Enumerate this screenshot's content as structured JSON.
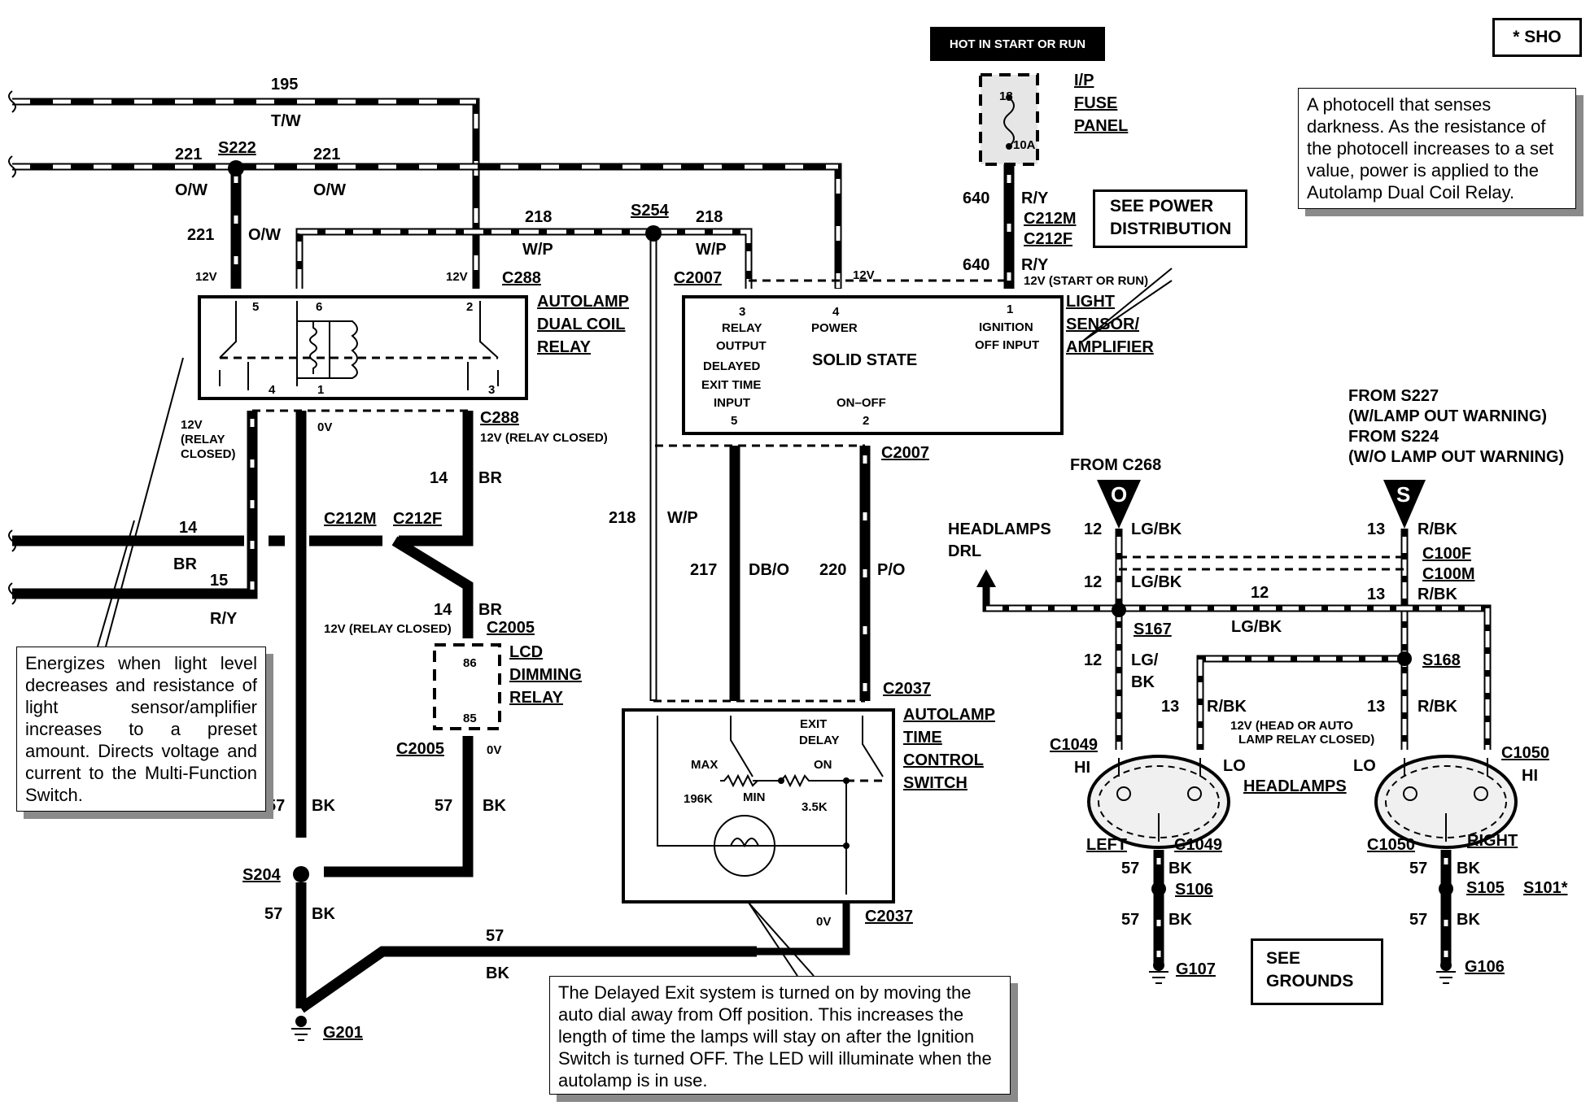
{
  "sho_label": "* SHO",
  "hot_label": "HOT IN START OR RUN",
  "see_power": [
    "SEE POWER",
    "DISTRIBUTION"
  ],
  "see_grounds": [
    "SEE",
    "GROUNDS"
  ],
  "notes": {
    "photocell": "A photocell that senses darkness. As the resistance of the photocell increases to a set value, power is applied to the Autolamp Dual Coil Relay.",
    "energizes": "Energizes when light level decreases and resistance of light sensor/amplifier increases to a preset amount. Directs voltage and current to the Multi-Function Switch.",
    "delayed_exit": "The Delayed Exit system is turned on by moving the auto dial away from Off position. This increases the length of time the lamps will stay on after the Ignition Switch is turned OFF. The LED will illuminate when the autolamp is in use."
  },
  "components": {
    "relay": [
      "AUTOLAMP",
      "DUAL COIL",
      "RELAY"
    ],
    "sensor": [
      "LIGHT",
      "SENSOR/",
      "AMPLIFIER"
    ],
    "fuse_panel": [
      "I/P",
      "FUSE",
      "PANEL"
    ],
    "lcd": [
      "LCD",
      "DIMMING",
      "RELAY"
    ],
    "time_switch": [
      "AUTOLAMP",
      "TIME",
      "CONTROL",
      "SWITCH"
    ],
    "headlamps": "HEADLAMPS",
    "solid_state": "SOLID STATE",
    "headlamps_drl": [
      "HEADLAMPS",
      "DRL"
    ]
  },
  "fuse": {
    "number": "18",
    "rating": "10A"
  },
  "sensor_pins": {
    "p3": [
      "3",
      "RELAY",
      "OUTPUT"
    ],
    "p4": [
      "4",
      "POWER"
    ],
    "p1": [
      "1",
      "IGNITION",
      "OFF INPUT"
    ],
    "p5": [
      "DELAYED",
      "EXIT TIME",
      "INPUT",
      "5"
    ],
    "p2": [
      "ON–OFF",
      "2"
    ]
  },
  "relay_pins": {
    "p5": "5",
    "p6": "6",
    "p2": "2",
    "p4": "4",
    "p1": "1",
    "p3": "3"
  },
  "lcd_pins": {
    "p86": "86",
    "p85": "85"
  },
  "switch_labels": {
    "max": "MAX",
    "min": "MIN",
    "r1": "196K",
    "r2": "3.5K",
    "exit": [
      "EXIT",
      "DELAY"
    ],
    "on": "ON"
  },
  "sources": {
    "from_c268": "FROM C268",
    "from_s227": [
      "FROM S227",
      "(W/LAMP OUT WARNING)",
      "FROM S224",
      "(W/O LAMP OUT WARNING)"
    ],
    "c268_symbol": "O",
    "s_symbol": "S"
  },
  "connectors": {
    "s222": "S222",
    "s254": "S254",
    "c288": "C288",
    "c2007": "C2007",
    "c212m": "C212M",
    "c212f": "C212F",
    "c2005": "C2005",
    "c2037": "C2037",
    "s204": "S204",
    "g201": "G201",
    "c100f": "C100F",
    "c100m": "C100M",
    "s167": "S167",
    "s168": "S168",
    "c1049": "C1049",
    "c1050": "C1050",
    "s106": "S106",
    "s105": "S105",
    "s101": "S101*",
    "g107": "G107",
    "g106": "G106"
  },
  "wires": {
    "n195": "195",
    "c_tw": "T/W",
    "n221": "221",
    "c_ow": "O/W",
    "n218": "218",
    "c_wp": "W/P",
    "n640": "640",
    "c_ry": "R/Y",
    "n14": "14",
    "c_br": "BR",
    "n15": "15",
    "n217": "217",
    "c_dbo": "DB/O",
    "n220": "220",
    "c_po": "P/O",
    "n57": "57",
    "c_bk": "BK",
    "n12": "12",
    "c_lgbk": "LG/BK",
    "c_lg": "LG/",
    "c_bk2": "BK",
    "n13": "13",
    "c_rbk": "R/BK"
  },
  "voltages": {
    "v12": "12V",
    "v0": "0V",
    "relay_closed": "12V (RELAY CLOSED)",
    "start_run": "12V (START OR RUN)",
    "relay_closed_stack": [
      "12V",
      "(RELAY",
      "CLOSED)"
    ],
    "head_relay": [
      "12V (HEAD OR AUTO",
      "LAMP RELAY CLOSED)"
    ]
  },
  "lamp_labels": {
    "hi": "HI",
    "lo": "LO",
    "left": "LEFT",
    "right": "RIGHT"
  }
}
